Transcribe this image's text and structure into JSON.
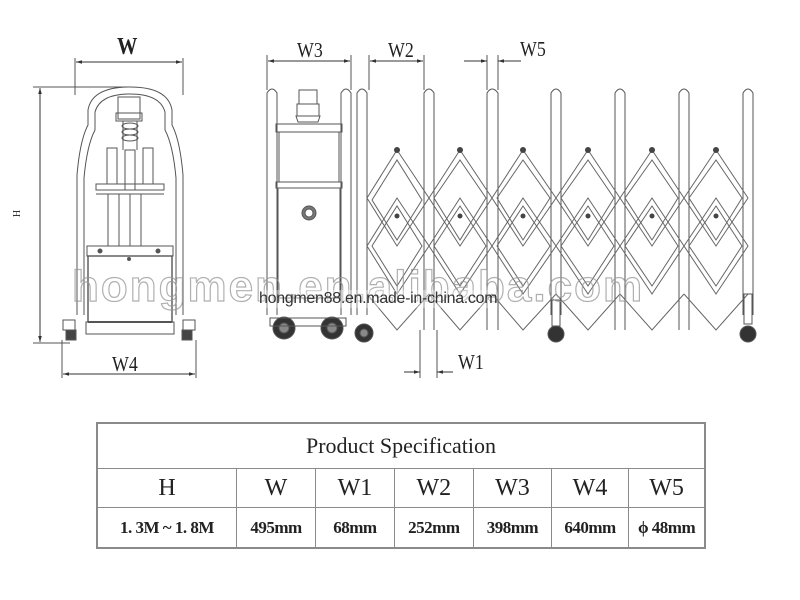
{
  "drawing": {
    "dimension_labels": {
      "W": "W",
      "H": "H",
      "W1": "W1",
      "W2": "W2",
      "W3": "W3",
      "W4": "W4",
      "W5": "W5"
    },
    "watermarks": {
      "large": "hongmen.en.alibaba.com",
      "small": "hongmen88.en.made-in-china.com"
    },
    "line_color": "#555555"
  },
  "spec_table": {
    "title": "Product Specification",
    "headers": [
      "H",
      "W",
      "W1",
      "W2",
      "W3",
      "W4",
      "W5"
    ],
    "values": [
      "1. 3M ~ 1. 8M",
      "495mm",
      "68mm",
      "252mm",
      "398mm",
      "640mm",
      "ϕ 48mm"
    ],
    "border_color": "#8a8a8a"
  }
}
